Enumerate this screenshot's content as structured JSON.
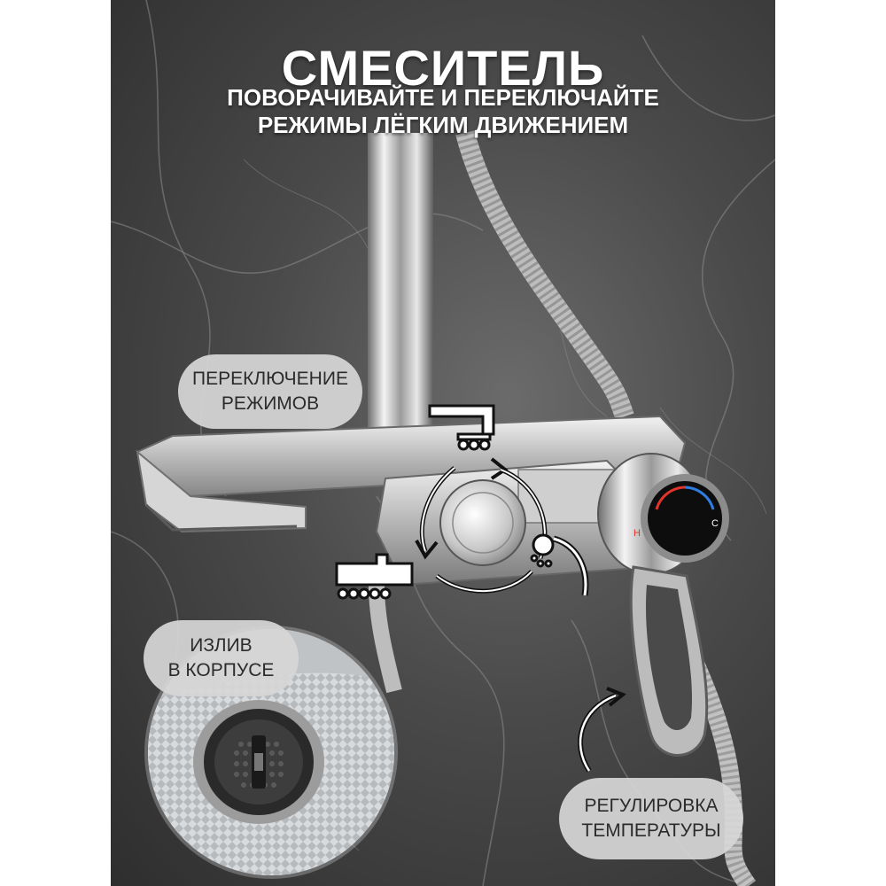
{
  "header": {
    "title": "СМЕСИТЕЛЬ",
    "subtitle_line1": "ПОВОРАЧИВАЙТЕ И ПЕРЕКЛЮЧАЙТЕ",
    "subtitle_line2": "РЕЖИМЫ ЛЁГКИМ ДВИЖЕНИЕМ"
  },
  "labels": {
    "modes_line1": "ПЕРЕКЛЮЧЕНИЕ",
    "modes_line2": "РЕЖИМОВ",
    "spout_line1": "ИЗЛИВ",
    "spout_line2": "В КОРПУСЕ",
    "temp_line1": "РЕГУЛИРОВКА",
    "temp_line2": "ТЕМПЕРАТУРЫ"
  },
  "knob": {
    "hot_letter": "H",
    "cold_letter": "C",
    "hot_color": "#e0352b",
    "cold_color": "#2f7de0"
  },
  "icons": [
    "spout-mode-icon",
    "bath-mode-icon",
    "hand-shower-icon",
    "rotate-arrows-icon",
    "curved-arrow-icon"
  ]
}
